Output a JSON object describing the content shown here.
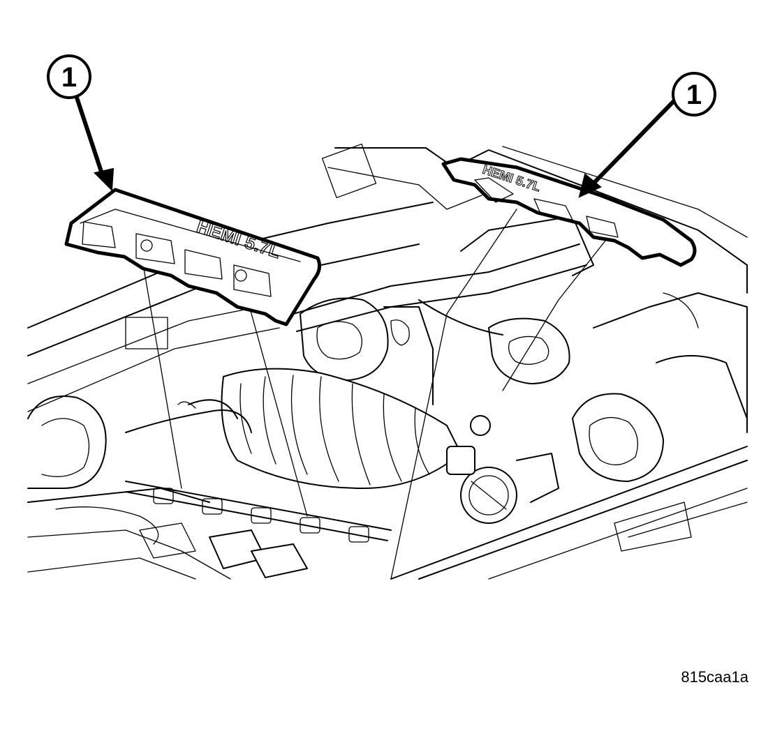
{
  "callouts": [
    {
      "label": "1",
      "target": "left engine cover"
    },
    {
      "label": "1",
      "target": "right engine cover"
    }
  ],
  "figure_code": "815caa1a",
  "icons": [
    "callout-circle",
    "leader-arrow"
  ]
}
